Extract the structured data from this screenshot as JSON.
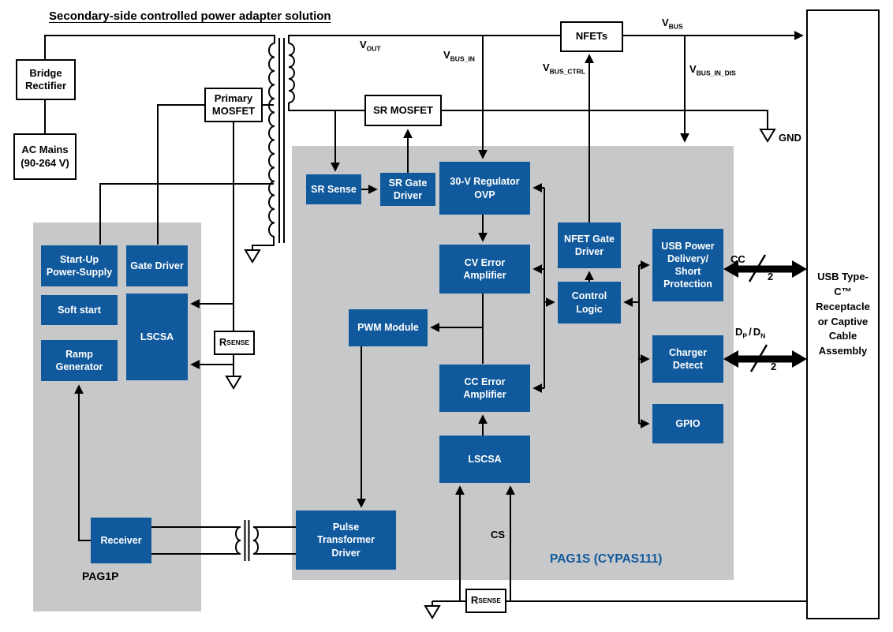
{
  "title": "Secondary-side controlled power adapter solution",
  "colors": {
    "block_blue": "#10599c",
    "box_gray": "#c7c8c9"
  },
  "blocks": {
    "bridge_rectifier": "Bridge Rectifier",
    "ac_mains": "AC Mains (90-264 V)",
    "primary_mosfet": "Primary MOSFET",
    "sr_mosfet": "SR MOSFET",
    "nfets": "NFETs",
    "usb_typec": "USB Type-C™ Receptacle or Captive Cable Assembly"
  },
  "pag1p": {
    "label": "PAG1P",
    "blocks": {
      "startup_power_supply": "Start-Up Power-Supply",
      "gate_driver": "Gate Driver",
      "soft_start": "Soft start",
      "lscsa": "LSCSA",
      "ramp_generator": "Ramp Generator",
      "receiver": "Receiver"
    }
  },
  "pag1s": {
    "label": "PAG1S (CYPAS111)",
    "blocks": {
      "sr_sense": "SR Sense",
      "sr_gate_driver": "SR Gate Driver",
      "regulator_ovp": "30-V Regulator OVP",
      "cv_error_amplifier": "CV Error Amplifier",
      "pwm_module": "PWM Module",
      "cc_error_amplifier": "CC Error Amplifier",
      "lscsa": "LSCSA",
      "nfet_gate_driver": "NFET Gate Driver",
      "control_logic": "Control Logic",
      "usb_power_delivery": "USB Power Delivery/ Short Protection",
      "charger_detect": "Charger Detect",
      "gpio": "GPIO",
      "pulse_transformer_driver": "Pulse Transformer Driver"
    }
  },
  "net_labels": {
    "v_out": {
      "base": "V",
      "sub": "OUT"
    },
    "v_bus_in": {
      "base": "V",
      "sub": "BUS_IN"
    },
    "v_bus_ctrl": {
      "base": "V",
      "sub": "BUS_CTRL"
    },
    "v_bus": {
      "base": "V",
      "sub": "BUS"
    },
    "v_bus_in_dis": {
      "base": "V",
      "sub": "BUS_IN_DIS"
    },
    "r_sense": {
      "base": "R",
      "sub": "SENSE"
    },
    "gnd": "GND",
    "cs": "CS",
    "cc_bus": {
      "label": "CC",
      "width": "2"
    },
    "data_bus": {
      "d_base": "D",
      "d_sub": "P",
      "separator": "/",
      "n_base": "D",
      "n_sub": "N",
      "width": "2"
    }
  }
}
